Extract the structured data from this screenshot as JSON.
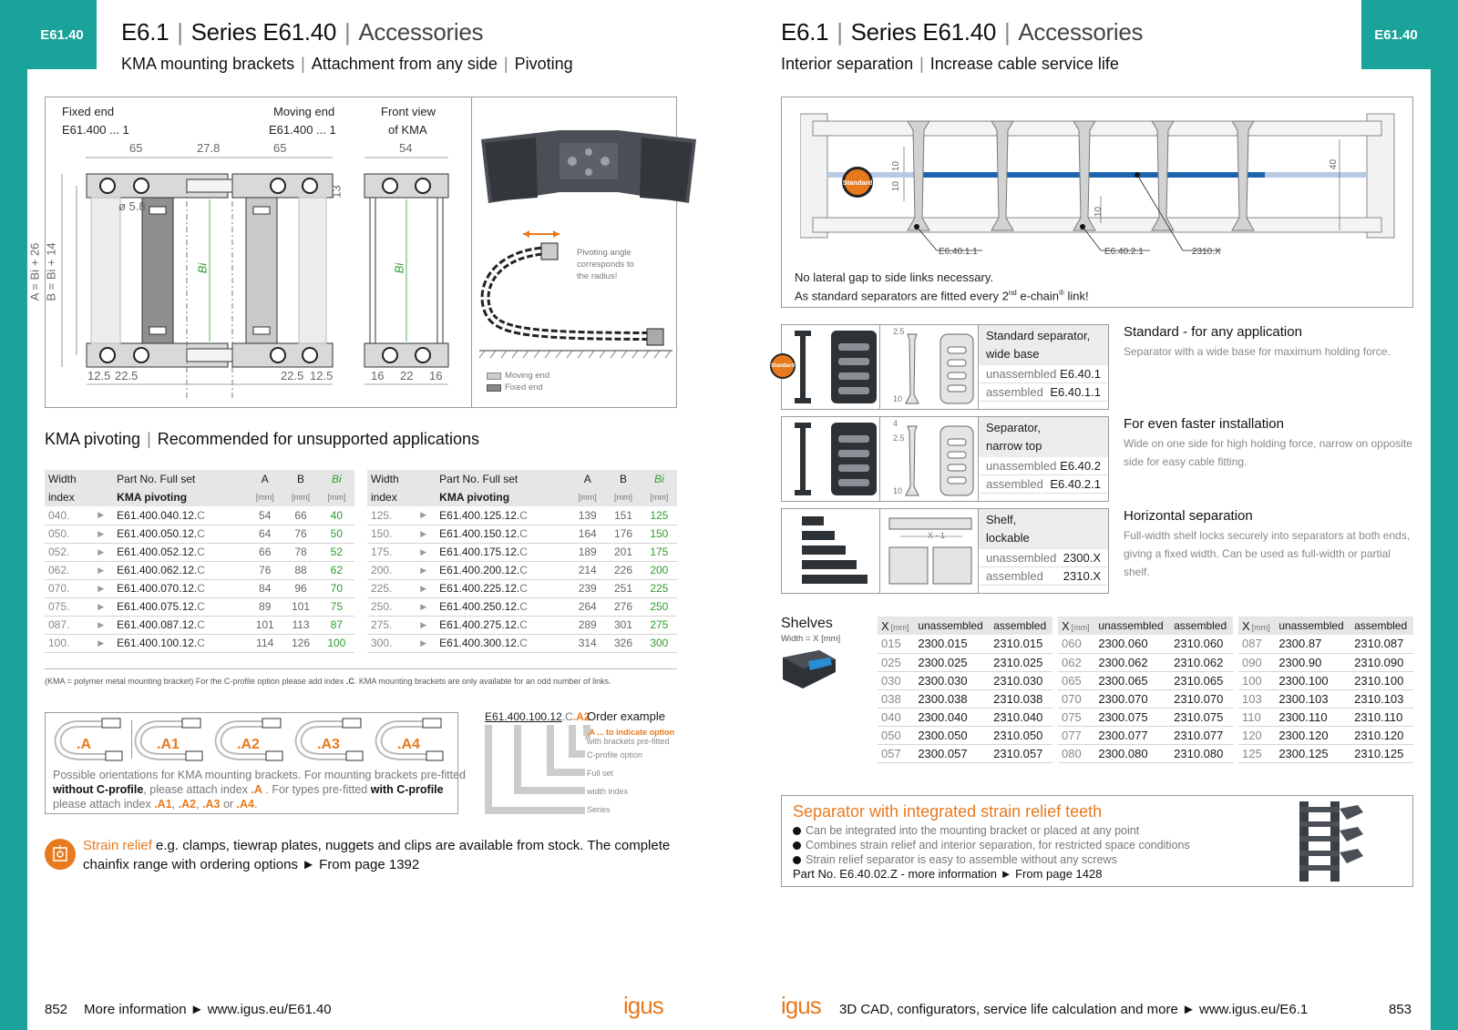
{
  "left": {
    "tab": "E61.40",
    "title": {
      "series_a": "E6.1",
      "series_b": "Series E61.40",
      "series_c": "Accessories"
    },
    "subtitle": {
      "a": "KMA mounting brackets",
      "b": "Attachment from any side",
      "c": "Pivoting"
    },
    "drawing": {
      "fixed_end": "Fixed end",
      "fixed_end_part": "E61.400 ... 1",
      "moving_end": "Moving end",
      "moving_end_part": "E61.400 ... 1",
      "front_view": "Front view",
      "front_view_b": "of KMA",
      "dim_65a": "65",
      "dim_278": "27.8",
      "dim_65b": "65",
      "dim_54": "54",
      "dim_13": "13",
      "dim_58": "ø 5.8",
      "dim_a": "A = Bi + 26",
      "dim_b": "B = Bi + 14",
      "dim_bi": "Bi",
      "dim_125a": "12.5",
      "dim_225a": "22.5",
      "dim_225b": "22.5",
      "dim_125b": "12.5",
      "dim_16a": "16",
      "dim_22": "22",
      "dim_16b": "16",
      "pivot_note": [
        "Pivoting angle",
        "corresponds to",
        "the radius!"
      ],
      "legend_moving": "Moving end",
      "legend_fixed": "Fixed end"
    },
    "section_title": {
      "a": "KMA pivoting",
      "b": "Recommended for unsupported applications"
    },
    "table_headers": {
      "width": "Width",
      "index": "index",
      "part": "Part No. Full set",
      "part2": "KMA pivoting",
      "a": "A",
      "b": "B",
      "bi": "Bi",
      "unit": "[mm]"
    },
    "table_left": [
      {
        "w": "040.",
        "part": "E61.400.040.12.",
        "c": "C",
        "a": "54",
        "b": "66",
        "bi": "40"
      },
      {
        "w": "050.",
        "part": "E61.400.050.12.",
        "c": "C",
        "a": "64",
        "b": "76",
        "bi": "50"
      },
      {
        "w": "052.",
        "part": "E61.400.052.12.",
        "c": "C",
        "a": "66",
        "b": "78",
        "bi": "52"
      },
      {
        "w": "062.",
        "part": "E61.400.062.12.",
        "c": "C",
        "a": "76",
        "b": "88",
        "bi": "62"
      },
      {
        "w": "070.",
        "part": "E61.400.070.12.",
        "c": "C",
        "a": "84",
        "b": "96",
        "bi": "70"
      },
      {
        "w": "075.",
        "part": "E61.400.075.12.",
        "c": "C",
        "a": "89",
        "b": "101",
        "bi": "75"
      },
      {
        "w": "087.",
        "part": "E61.400.087.12.",
        "c": "C",
        "a": "101",
        "b": "113",
        "bi": "87"
      },
      {
        "w": "100.",
        "part": "E61.400.100.12.",
        "c": "C",
        "a": "114",
        "b": "126",
        "bi": "100"
      }
    ],
    "table_right": [
      {
        "w": "125.",
        "part": "E61.400.125.12.",
        "c": "C",
        "a": "139",
        "b": "151",
        "bi": "125"
      },
      {
        "w": "150.",
        "part": "E61.400.150.12.",
        "c": "C",
        "a": "164",
        "b": "176",
        "bi": "150"
      },
      {
        "w": "175.",
        "part": "E61.400.175.12.",
        "c": "C",
        "a": "189",
        "b": "201",
        "bi": "175"
      },
      {
        "w": "200.",
        "part": "E61.400.200.12.",
        "c": "C",
        "a": "214",
        "b": "226",
        "bi": "200"
      },
      {
        "w": "225.",
        "part": "E61.400.225.12.",
        "c": "C",
        "a": "239",
        "b": "251",
        "bi": "225"
      },
      {
        "w": "250.",
        "part": "E61.400.250.12.",
        "c": "C",
        "a": "264",
        "b": "276",
        "bi": "250"
      },
      {
        "w": "275.",
        "part": "E61.400.275.12.",
        "c": "C",
        "a": "289",
        "b": "301",
        "bi": "275"
      },
      {
        "w": "300.",
        "part": "E61.400.300.12.",
        "c": "C",
        "a": "314",
        "b": "326",
        "bi": "300"
      }
    ],
    "table_note_a": "(KMA = polymer metal mounting bracket)   For the C-profile option please add index ",
    "table_note_c": ".C",
    "table_note_b": ". KMA mounting brackets are only available for an odd number of links.",
    "orientations": [
      ".A",
      ".A1",
      ".A2",
      ".A3",
      ".A4"
    ],
    "orient_text": {
      "l1": "Possible orientations for KMA mounting brackets. For mounting brackets pre-fitted",
      "l2a": "without C-profile",
      "l2b": ", please attach index ",
      "l2c": ".A",
      "l2d": " . For types pre-fitted ",
      "l2e": "with C-profile",
      "l3a": "please attach index ",
      "l3b": ".A1",
      "l3c": ", ",
      "l3d": ".A2",
      "l3e": ", ",
      "l3f": ".A3",
      "l3g": " or ",
      "l3h": ".A4",
      "l3i": "."
    },
    "order": {
      "code_a": "E61.400.100.12",
      "code_b": ".C",
      "code_c": ".A2",
      "label": "Order example",
      "note1": ".A ... to indicate option",
      "note1b": "with brackets pre-fitted",
      "note2": "C-profile option",
      "note3": "Full set",
      "note4": "width index",
      "note5": "Series"
    },
    "strain": {
      "highlight": "Strain relief",
      "text1": " e.g. clamps, tiewrap plates, nuggets and clips are available from stock. The complete",
      "text2": "chainfix range with ordering options ► From page 1392"
    },
    "footer": {
      "page": "852",
      "text": "More information ► www.igus.eu/E61.40",
      "logo": "igus"
    }
  },
  "right": {
    "tab": "E61.40",
    "title": {
      "series_a": "E6.1",
      "series_b": "Series E61.40",
      "series_c": "Accessories"
    },
    "subtitle": {
      "a": "Interior separation",
      "b": "Increase cable service life"
    },
    "diagram": {
      "standard_badge": "Standard",
      "dim_10a": "10",
      "dim_10b": "10",
      "dim_10c": "10",
      "dim_40": "40",
      "call1": "E6.40.1.1",
      "call2": "E6.40.2.1",
      "call3": "2310.X",
      "note1": "No lateral gap to side links necessary.",
      "note2a": "As standard separators are fitted every 2",
      "note2sup": "nd",
      "note2b": " e-chain",
      "note2reg": "®",
      "note2c": " link!"
    },
    "products": [
      {
        "name1": "Standard separator,",
        "name2": "wide base",
        "k1": "unassembled",
        "v1": "E6.40.1",
        "k2": "assembled",
        "v2": "E6.40.1.1",
        "dim1": "2.5",
        "dim2": "10",
        "title": "Standard - for any application",
        "desc": "Separator with a wide base for maximum holding force."
      },
      {
        "name1": "Separator,",
        "name2": "narrow top",
        "k1": "unassembled",
        "v1": "E6.40.2",
        "k2": "assembled",
        "v2": "E6.40.2.1",
        "dim1": "4",
        "dim1b": "2.5",
        "dim2": "10",
        "title": "For even faster installation",
        "desc": "Wide on one side for high holding force, narrow on opposite side for easy cable fitting."
      },
      {
        "name1": "Shelf,",
        "name2": "lockable",
        "k1": "unassembled",
        "v1": "2300.X",
        "k2": "assembled",
        "v2": "2310.X",
        "dim1": "X - 1",
        "title": "Horizontal separation",
        "desc": "Full-width shelf locks securely into separators at both ends, giving a fixed width. Can be used as full-width or partial shelf."
      }
    ],
    "shelves": {
      "title": "Shelves",
      "subtitle": "Width = X [mm]",
      "h_x": "X",
      "h_unit": "[mm]",
      "h_un": "unassembled",
      "h_as": "assembled",
      "cols": [
        [
          {
            "x": "015",
            "u": "2300.015",
            "a": "2310.015"
          },
          {
            "x": "025",
            "u": "2300.025",
            "a": "2310.025"
          },
          {
            "x": "030",
            "u": "2300.030",
            "a": "2310.030"
          },
          {
            "x": "038",
            "u": "2300.038",
            "a": "2310.038"
          },
          {
            "x": "040",
            "u": "2300.040",
            "a": "2310.040"
          },
          {
            "x": "050",
            "u": "2300.050",
            "a": "2310.050"
          },
          {
            "x": "057",
            "u": "2300.057",
            "a": "2310.057"
          }
        ],
        [
          {
            "x": "060",
            "u": "2300.060",
            "a": "2310.060"
          },
          {
            "x": "062",
            "u": "2300.062",
            "a": "2310.062"
          },
          {
            "x": "065",
            "u": "2300.065",
            "a": "2310.065"
          },
          {
            "x": "070",
            "u": "2300.070",
            "a": "2310.070"
          },
          {
            "x": "075",
            "u": "2300.075",
            "a": "2310.075"
          },
          {
            "x": "077",
            "u": "2300.077",
            "a": "2310.077"
          },
          {
            "x": "080",
            "u": "2300.080",
            "a": "2310.080"
          }
        ],
        [
          {
            "x": "087",
            "u": "2300.87",
            "a": "2310.087"
          },
          {
            "x": "090",
            "u": "2300.90",
            "a": "2310.090"
          },
          {
            "x": "100",
            "u": "2300.100",
            "a": "2310.100"
          },
          {
            "x": "103",
            "u": "2300.103",
            "a": "2310.103"
          },
          {
            "x": "110",
            "u": "2300.110",
            "a": "2310.110"
          },
          {
            "x": "120",
            "u": "2300.120",
            "a": "2310.120"
          },
          {
            "x": "125",
            "u": "2300.125",
            "a": "2310.125"
          }
        ]
      ]
    },
    "strain_sep": {
      "title": "Separator with integrated strain relief teeth",
      "bullets": [
        "Can be integrated into the mounting bracket or placed at any point",
        "Combines strain relief and interior separation, for restricted space conditions",
        "Strain relief separator is easy to assemble without any screws"
      ],
      "partno": "Part No. E6.40.02.Z - more information ► From page 1428"
    },
    "footer": {
      "logo": "igus",
      "text": "3D CAD, configurators, service life calculation and more ► www.igus.eu/E6.1",
      "page": "853"
    }
  }
}
